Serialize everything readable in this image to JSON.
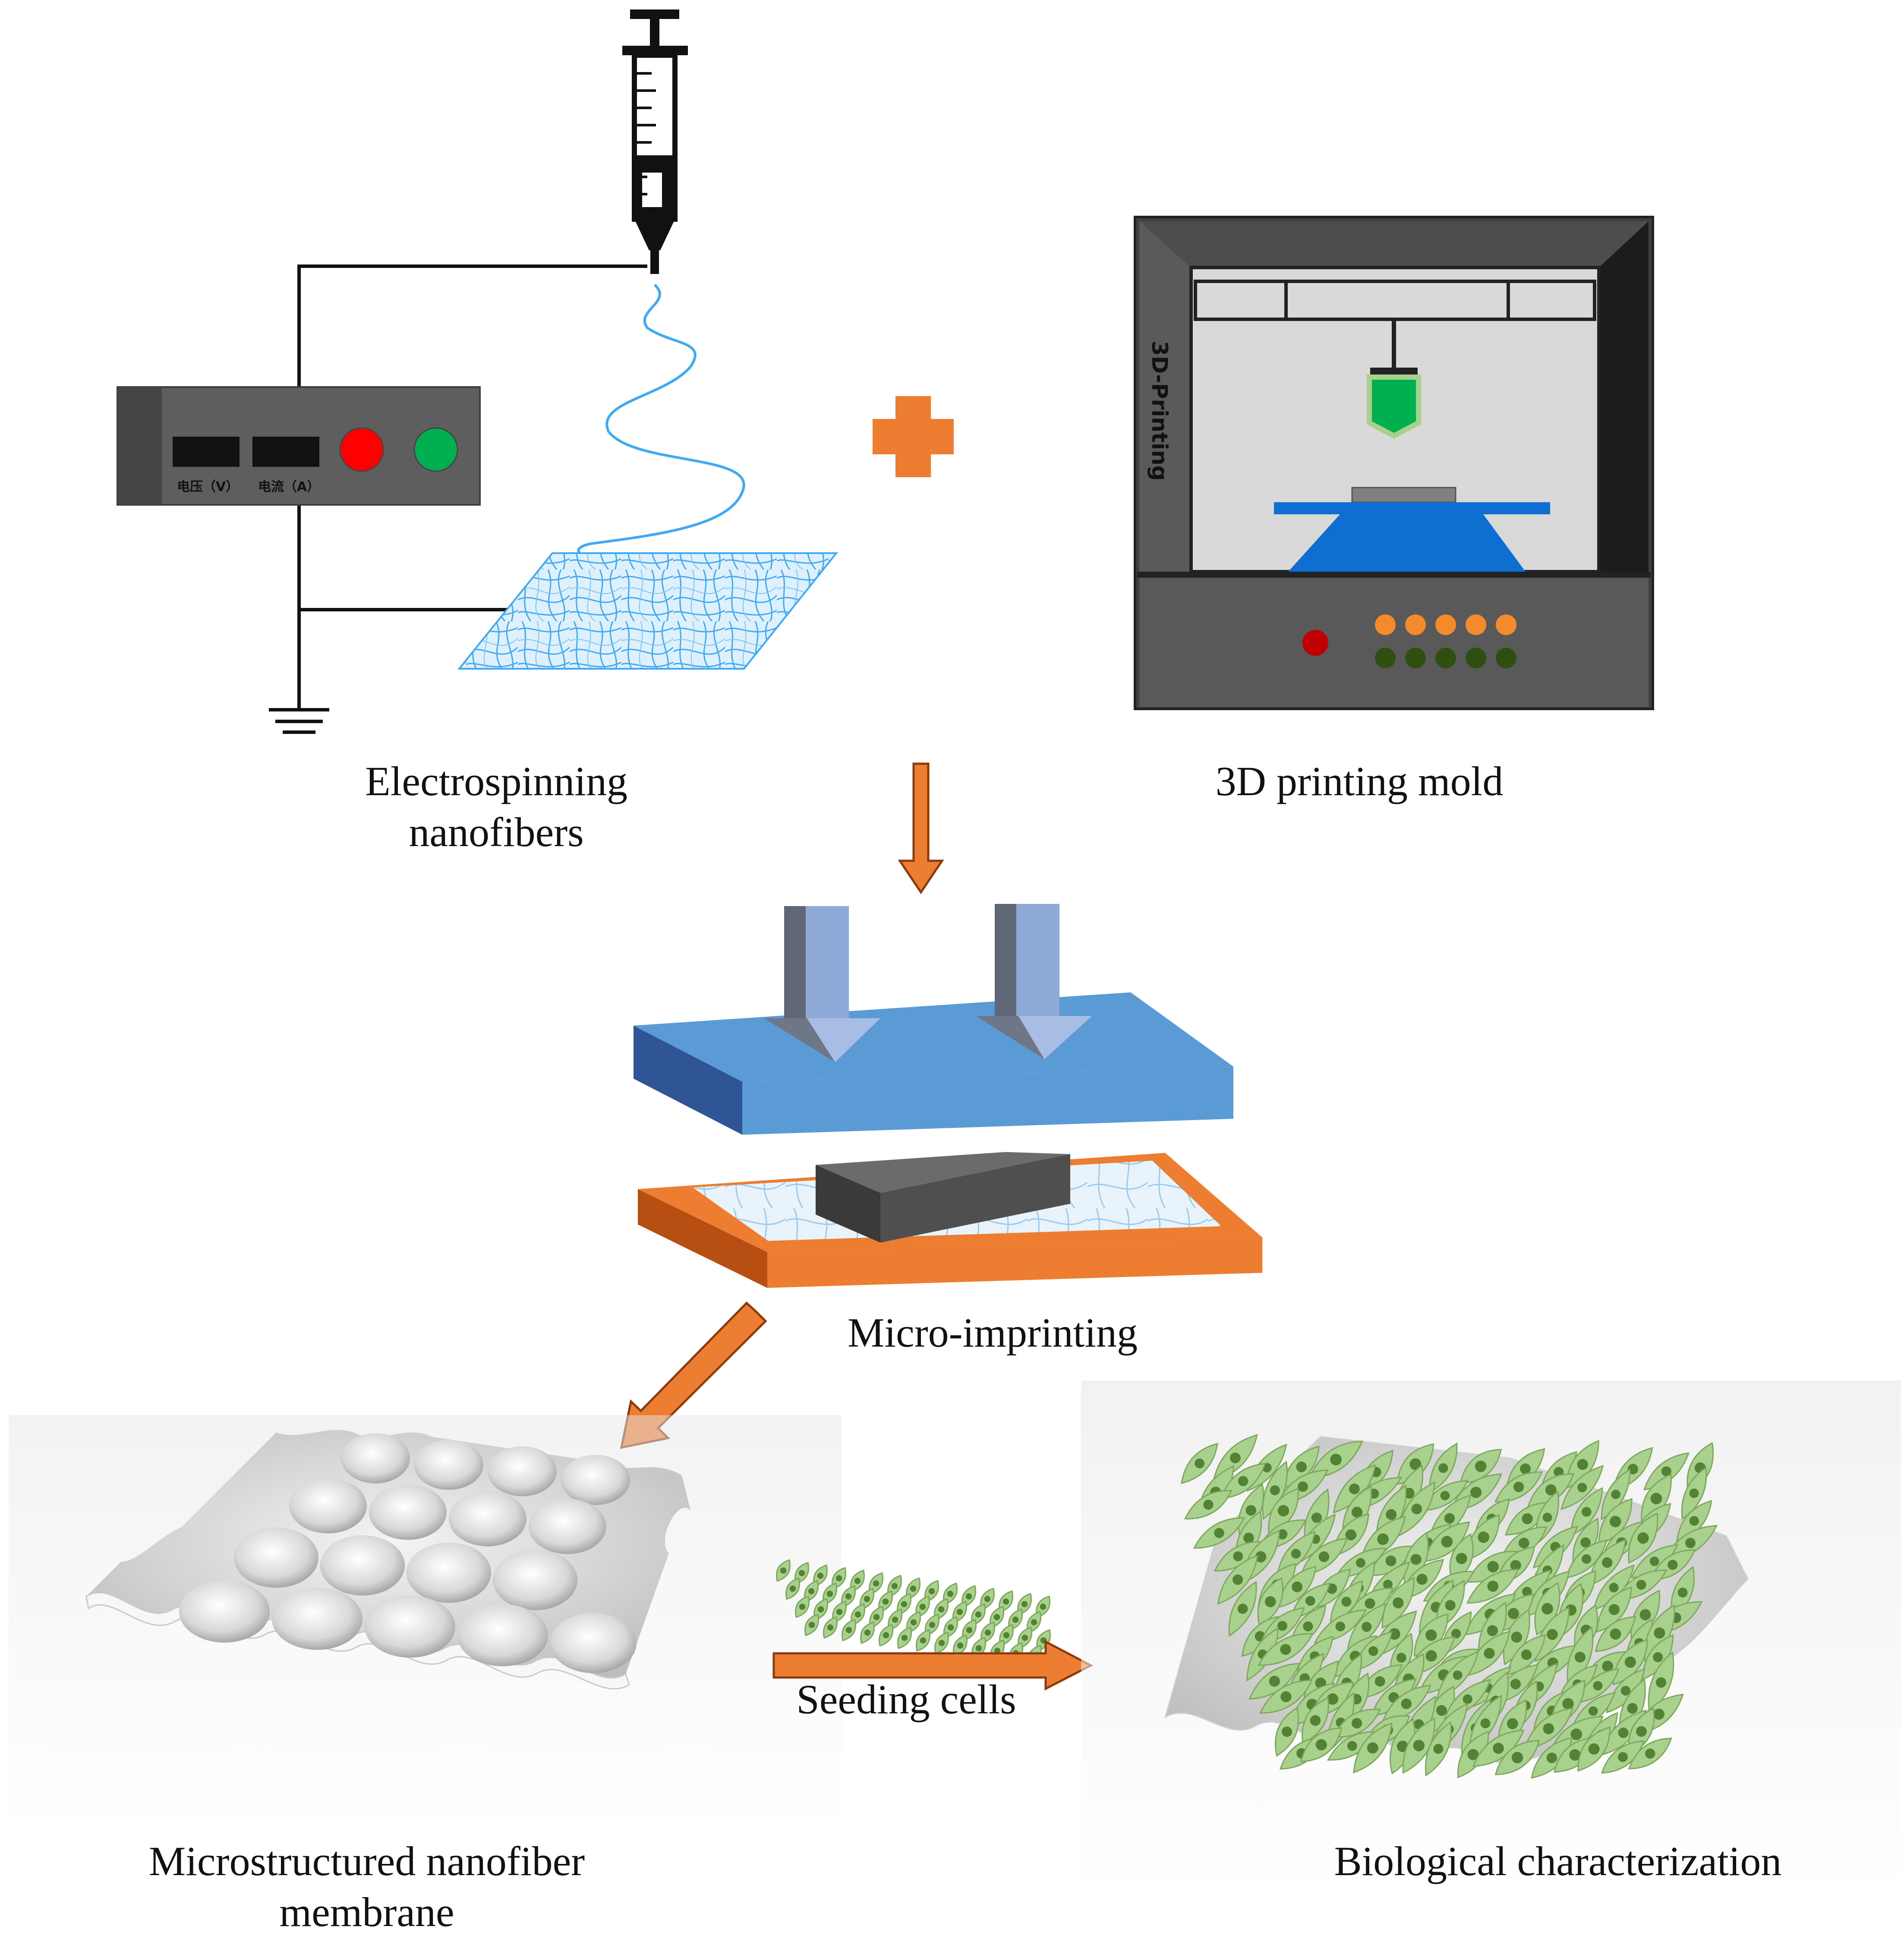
{
  "labels": {
    "electrospinning_line1": "Electrospinning",
    "electrospinning_line2": "nanofibers",
    "printing_mold": "3D printing mold",
    "micro_imprinting": "Micro-imprinting",
    "seeding_cells": "Seeding cells",
    "membrane_line1": "Microstructured nanofiber",
    "membrane_line2": "membrane",
    "biological": "Biological characterization"
  },
  "power_supply": {
    "voltage_label": "电压（V）",
    "current_label": "电流（A）"
  },
  "printer": {
    "side_label": "3D-Printing"
  },
  "colors": {
    "accent_orange": "#ED7D31",
    "fiber_blue": "#3FA9F5",
    "plate_blue": "#5B9BD5",
    "cell_green": "#A9D18E",
    "nucleus_green": "#548235",
    "printer_dark": "#404040",
    "red_button": "#FF0000",
    "green_button": "#00B050"
  },
  "icons": {
    "plus": "plus-icon",
    "arrows": "arrow-icon",
    "ground": "ground-symbol-icon"
  }
}
